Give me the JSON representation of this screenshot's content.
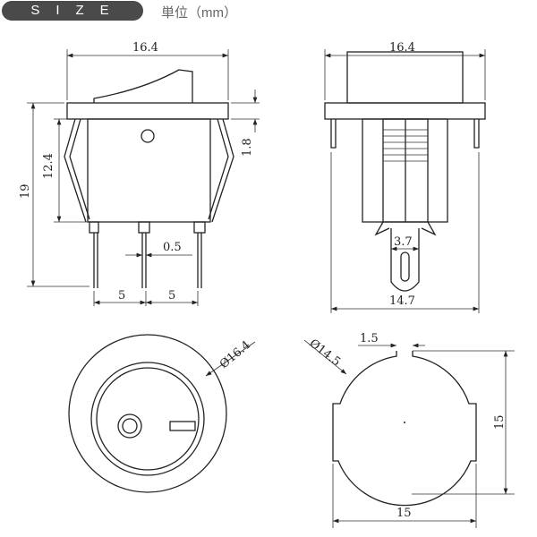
{
  "header": {
    "badge": "SIZE",
    "unit": "単位（mm）"
  },
  "front_view": {
    "width": "16.4",
    "body_height": "12.4",
    "total_height": "19",
    "flange": "1.8",
    "pin_thickness": "0.5",
    "pitch_left": "5",
    "pitch_right": "5"
  },
  "side_view": {
    "width": "16.4",
    "terminal": "3.7",
    "bottom_width": "14.7"
  },
  "top_view": {
    "diameter": "Ø16.4"
  },
  "cutout": {
    "diameter": "Ø14.5",
    "notch": "1.5",
    "height": "15",
    "width": "15"
  }
}
